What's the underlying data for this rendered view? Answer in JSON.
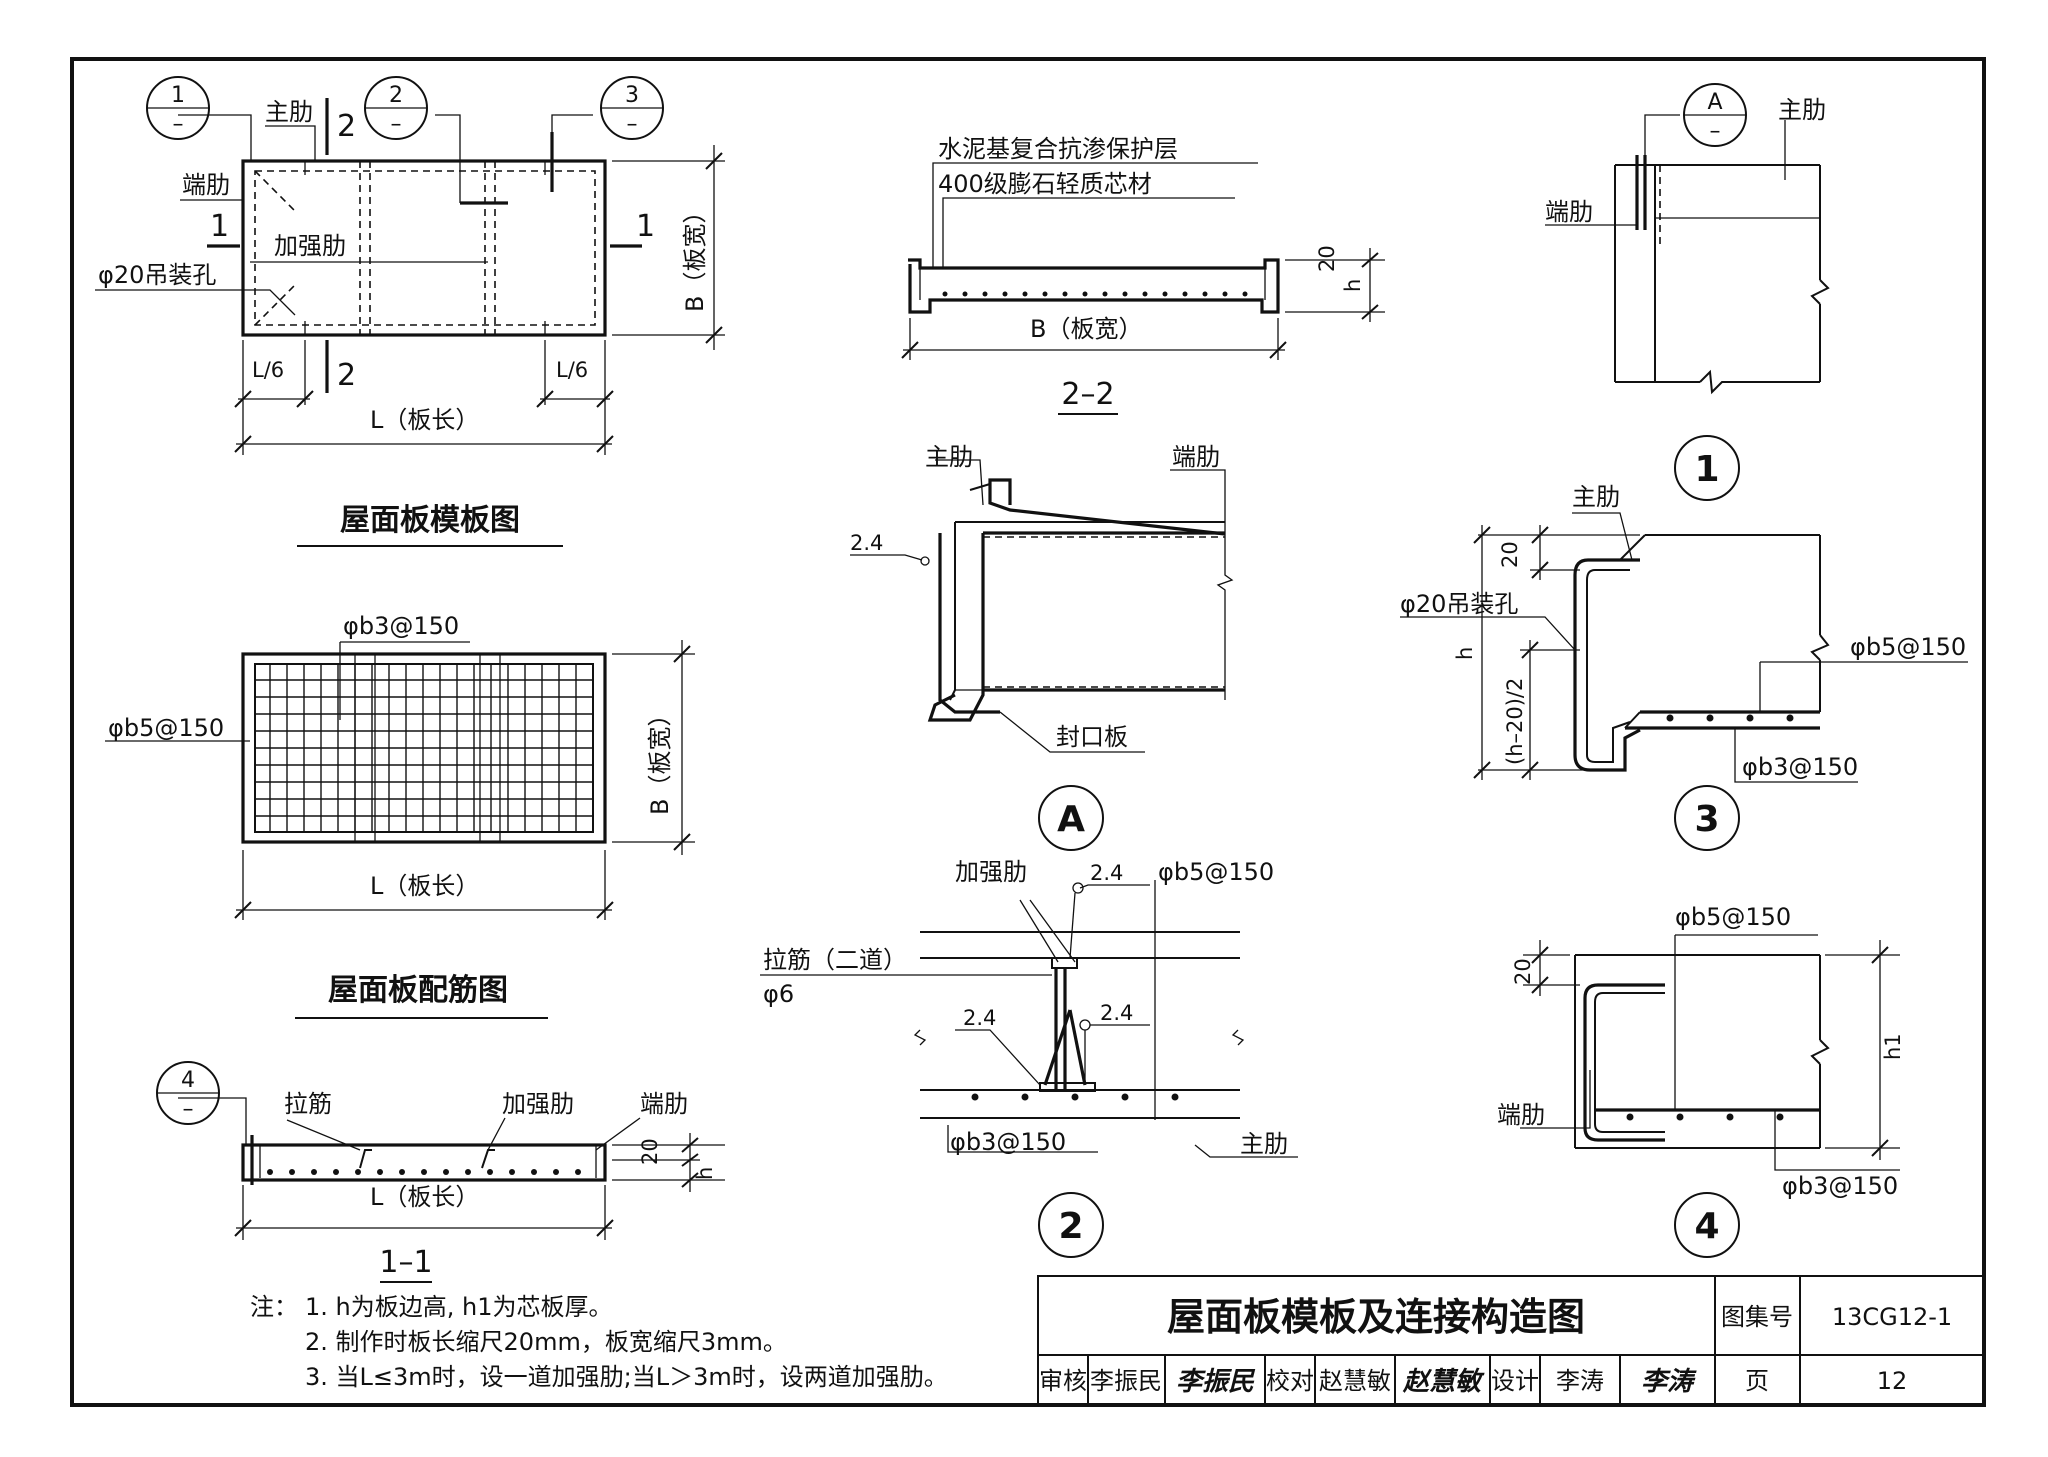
{
  "plan": {
    "title": "屋面板模板图",
    "main_rib": "主肋",
    "end_rib": "端肋",
    "stiffener": "加强肋",
    "hole": "φ20吊装孔",
    "width": "B（板宽）",
    "length": "L（板长）",
    "l6": "L/6",
    "cut1": "1",
    "cut2": "2",
    "detail_refs": [
      "1",
      "2",
      "3"
    ],
    "dash": "–"
  },
  "rebar_plan": {
    "title": "屋面板配筋图",
    "top_bar": "φb3@150",
    "side_bar": "φb5@150",
    "width": "B（板宽）",
    "length": "L（板长）"
  },
  "section_1_1": {
    "title": "1–1",
    "tie": "拉筋",
    "stiffener": "加强肋",
    "end_rib": "端肋",
    "length": "L（板长）",
    "dim_20": "20",
    "dim_h": "h",
    "detail_ref": "4"
  },
  "section_2_2": {
    "title": "2–2",
    "layer1": "水泥基复合抗渗保护层",
    "layer2": "400级膨石轻质芯材",
    "width": "B（板宽）",
    "dim_20": "20",
    "dim_h": "h"
  },
  "detail_A": {
    "label": "A",
    "main_rib": "主肋",
    "end_rib": "端肋",
    "weld": "2.4",
    "seal_plate": "封口板"
  },
  "detail_2": {
    "label": "2",
    "stiffener": "加强肋",
    "weld": "2.4",
    "top_bar": "φb5@150",
    "tie": "拉筋（二道）",
    "tie_dia": "φ6",
    "bottom_bar": "φb3@150",
    "main_rib": "主肋"
  },
  "detail_1": {
    "label": "1",
    "ref": "A",
    "main_rib": "主肋",
    "end_rib": "端肋"
  },
  "detail_3": {
    "label": "3",
    "main_rib": "主肋",
    "hole": "φ20吊装孔",
    "dim_20": "20",
    "dim_h": "h",
    "dim_half": "(h–20)/2",
    "top_bar": "φb5@150",
    "bottom_bar": "φb3@150"
  },
  "detail_4": {
    "label": "4",
    "top_bar": "φb5@150",
    "end_rib": "端肋",
    "dim_20": "20",
    "dim_h1": "h1",
    "bottom_bar": "φb3@150"
  },
  "notes": {
    "prefix": "注：",
    "items": [
      "1. h为板边高, h1为芯板厚。",
      "2. 制作时板长缩尺20mm，板宽缩尺3mm。",
      "3. 当L≤3m时，设一道加强肋;当L＞3m时，设两道加强肋。"
    ]
  },
  "title_block": {
    "title": "屋面板模板及连接构造图",
    "atlas_label": "图集号",
    "atlas_no": "13CG12-1",
    "review_label": "审核",
    "reviewer": "李振民",
    "reviewer_sig": "李振民",
    "check_label": "校对",
    "checker": "赵慧敏",
    "checker_sig": "赵慧敏",
    "design_label": "设计",
    "designer": "李涛",
    "designer_sig": "李涛",
    "page_label": "页",
    "page_no": "12"
  }
}
